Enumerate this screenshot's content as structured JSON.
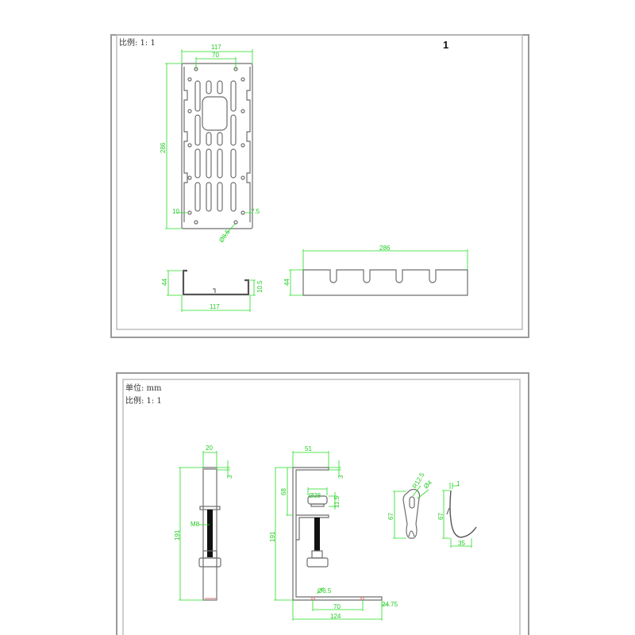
{
  "sheet1": {
    "scale_note": "比例: 1: 1",
    "sheet_number": "1",
    "plan_view": {
      "width": "117",
      "hole_spacing": "70",
      "length": "286",
      "edge_offset_left": "10",
      "edge_offset_right": "7.5",
      "hole_dia": "Ø6.5"
    },
    "section_view": {
      "height": "44",
      "lip": "10.5",
      "width": "117"
    },
    "side_view": {
      "length": "286",
      "height": "44"
    }
  },
  "sheet2": {
    "unit_note": "单位: mm",
    "scale_note": "比例: 1: 1",
    "bolt_view": {
      "width": "20",
      "thickness": "3",
      "height": "191",
      "thread": "M8"
    },
    "bracket_view": {
      "top_width": "51",
      "thickness": "3",
      "upper_height": "68",
      "pad_dia": "Ø28",
      "pad_thickness": "11.5",
      "height": "191",
      "hole_dia": "Ø6.5",
      "hole_spacing": "70",
      "end_offset": "24.75",
      "base_length": "124"
    },
    "hook_front": {
      "radius": "R12.5",
      "hole_dia": "Ø4",
      "height": "67"
    },
    "hook_side": {
      "thickness": "1",
      "height": "67",
      "depth": "35"
    }
  }
}
